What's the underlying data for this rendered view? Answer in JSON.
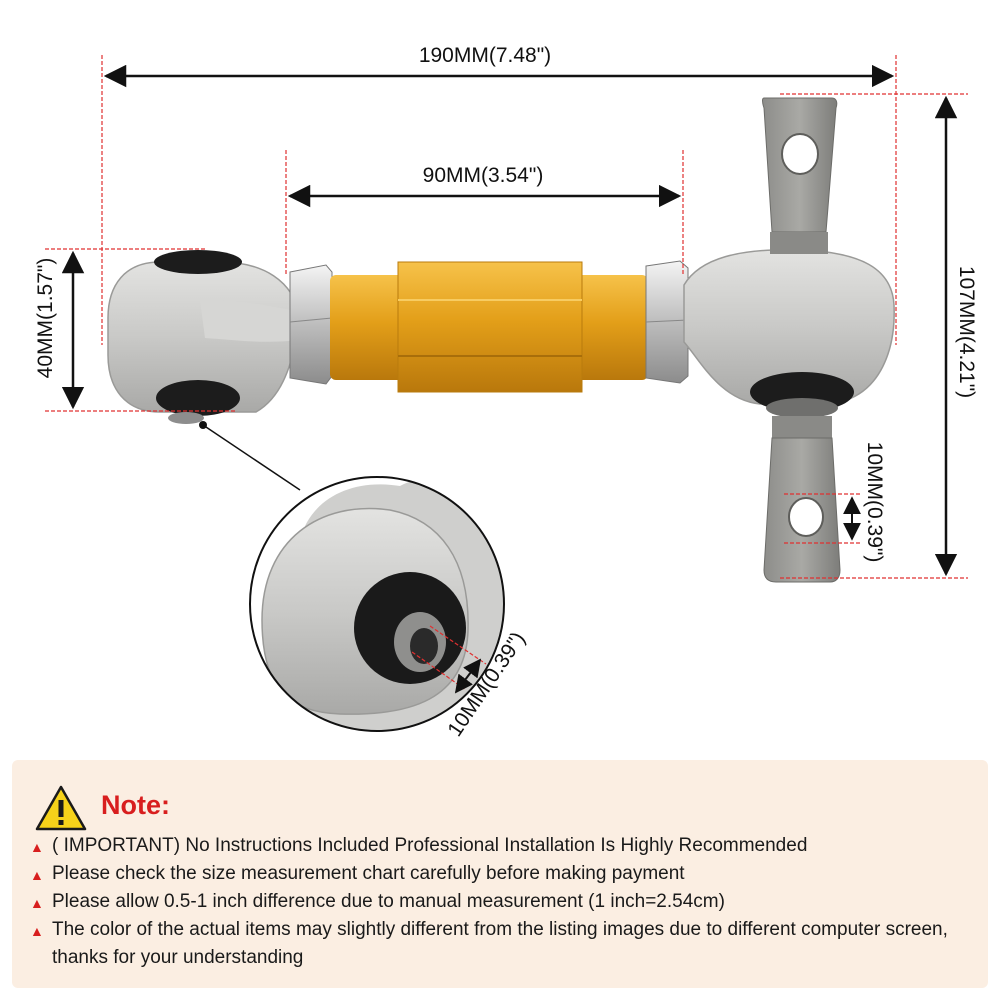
{
  "dimensions": {
    "overall_length": "190MM(7.48\")",
    "adjuster_length": "90MM(3.54\")",
    "bushing_height": "40MM(1.57\")",
    "bracket_height": "107MM(4.21\")",
    "bracket_hole": "10MM(0.39\")",
    "bushing_bore": "10MM(0.39\")"
  },
  "note": {
    "title": "Note:",
    "icon": "warning-triangle-icon",
    "items": [
      "( IMPORTANT) No Instructions Included Professional Installation Is Highly Recommended",
      "Please check the size measurement chart carefully before making payment",
      "Please allow 0.5-1 inch difference due to manual measurement (1 inch=2.54cm)",
      "The color of the actual items may slightly different from the listing images due to different computer screen, thanks for your understanding"
    ]
  },
  "colors": {
    "accent_red": "#d81e1e",
    "arm_gold": "#e6a11c",
    "arm_silver": "#c8c8c6",
    "panel_bg": "#fbeee2"
  }
}
